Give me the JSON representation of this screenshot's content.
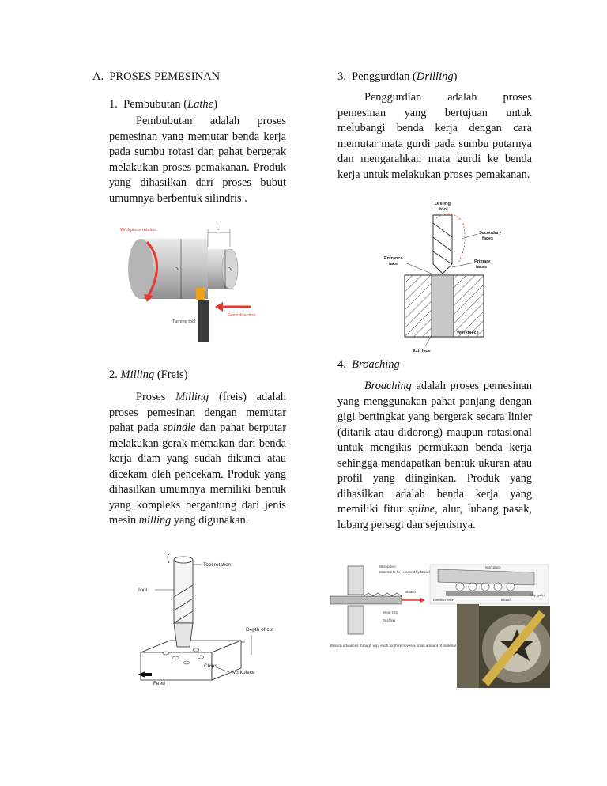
{
  "section": {
    "letter": "A.",
    "title": "PROSES PEMESINAN"
  },
  "left": {
    "lathe": {
      "num": "1.",
      "name": "Pembubutan",
      "term": "Lathe",
      "body": "Pembubutan adalah proses pemesinan yang memutar benda kerja pada sumbu rotasi dan pahat bergerak melakukan proses pemakanan. Produk yang dihasilkan dari proses bubut umumnya berbentuk silindris .",
      "figure": {
        "workpiece_rotation": "Workpiece rotation",
        "length": "L",
        "d0": "D₀",
        "d1": "D₁",
        "feed_direction": "Feed direction",
        "turning_tool": "Turning tool"
      }
    },
    "milling": {
      "num": "2.",
      "term": "Milling",
      "name": "(Freis)",
      "body_1": "Proses ",
      "body_term": "Milling",
      "body_2": " (freis) adalah proses pemesinan dengan memutar pahat pada ",
      "body_spindle": "spindle",
      "body_3": " dan pahat berputar melakukan gerak memakan dari benda kerja diam yang sudah dikunci atau dicekam oleh pencekam. Produk yang dihasilkan umumnya memiliki bentuk yang kompleks bergantung dari jenis mesin ",
      "body_milling": "milling",
      "body_4": " yang digunakan.",
      "figure": {
        "tool_rotation": "Tool rotation",
        "tool": "Tool",
        "depth_of_cut": "Depth of cut",
        "chips": "Chips",
        "workpiece": "Workpiece",
        "feed": "Feed"
      }
    }
  },
  "right": {
    "drilling": {
      "num": "3.",
      "name": "Penggurdian",
      "term": "Drilling",
      "body": "Penggurdian adalah proses pemesinan yang bertujuan untuk melubangi benda kerja dengan cara memutar mata gurdi pada sumbu putarnya dan mengarahkan mata gurdi ke benda kerja untuk melakukan proses pemakanan.",
      "figure": {
        "drilling_tool_1": "Drilling",
        "drilling_tool_2": "tool",
        "secondary_1": "Secondary",
        "secondary_2": "faces",
        "entrance_1": "Entrance",
        "entrance_2": "face",
        "primary_1": "Primary",
        "primary_2": "faces",
        "workpiece": "Workpiece",
        "exit_face": "Exit face"
      }
    },
    "broaching": {
      "num": "4.",
      "term": "Broaching",
      "body_term": "Broaching",
      "body_1": " adalah proses pemesinan yang menggunakan pahat panjang dengan gigi bertingkat yang bergerak secara linier (ditarik atau didorong) maupun rotasional untuk mengikis permukaan benda kerja sehingga mendapatkan bentuk ukuran atau profil yang diinginkan. Produk yang dihasilkan adalah benda kerja yang memiliki fitur ",
      "body_spline": "spline",
      "body_2": ", alur, lubang pasak, lubang persegi dan sejenisnya.",
      "figure": {
        "workpiece": "Workpiece",
        "material_removed": "Material to be removed by broaching",
        "broach": "Broach",
        "wear_strip": "Wear strip",
        "bushing": "Bushing",
        "caption": "Broach advances through w/p, each tooth removes a small amount of material.",
        "workpiece_2": "Workpiece",
        "broach_2": "Broach",
        "chip_gullet": "Chip gullet",
        "direction": "Direction travel"
      }
    }
  },
  "colors": {
    "text": "#111111",
    "arrow_red": "#e8372d",
    "tool_orange": "#f0a020",
    "cylinder": "#c9c9c9"
  }
}
